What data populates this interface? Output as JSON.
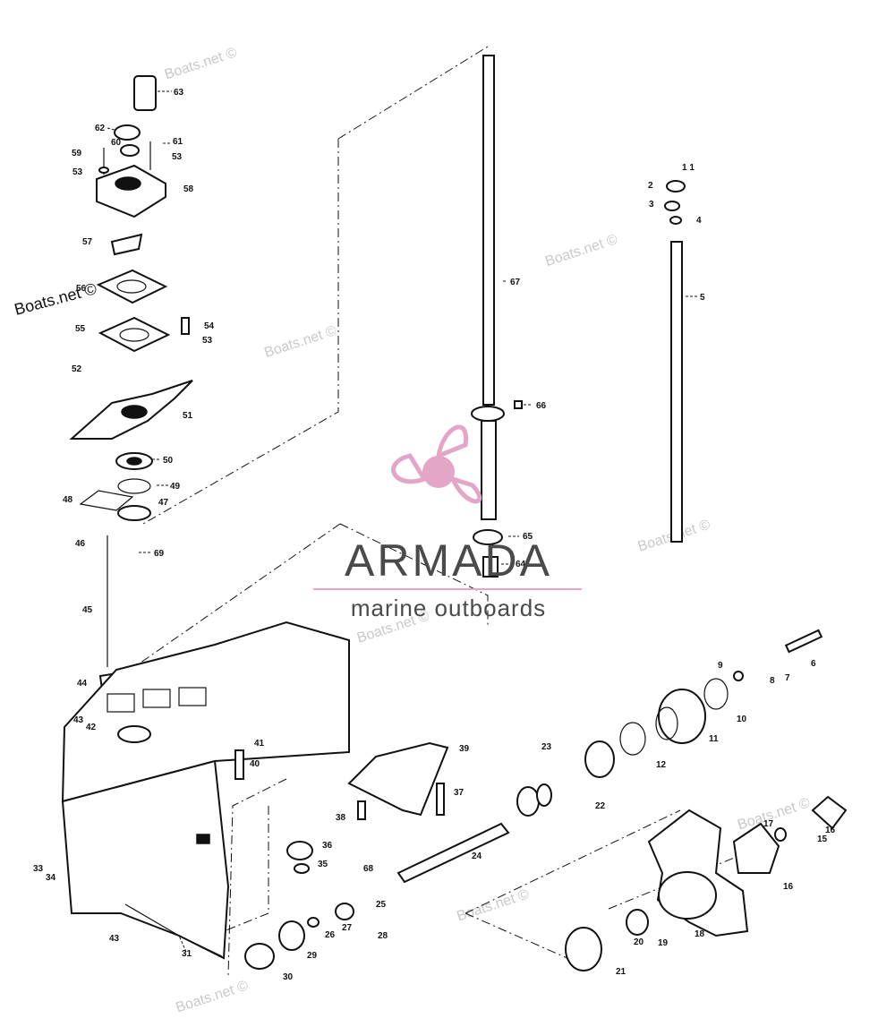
{
  "watermark": {
    "text": "Boats.net ©"
  },
  "logo": {
    "brand": "ARMADA",
    "tagline": "marine outboards",
    "accent_color": "#e3a6c6"
  },
  "callouts": [
    "1 1",
    "2",
    "3",
    "4",
    "5",
    "6",
    "7",
    "8",
    "9",
    "10",
    "11",
    "12",
    "15",
    "16",
    "16",
    "17",
    "18",
    "19",
    "20",
    "21",
    "22",
    "23",
    "24",
    "25",
    "26",
    "27",
    "28",
    "29",
    "30",
    "31",
    "33",
    "34",
    "35",
    "36",
    "37",
    "38",
    "39",
    "40",
    "41",
    "42",
    "43",
    "43",
    "44",
    "45",
    "46",
    "47",
    "48",
    "49",
    "50",
    "51",
    "52",
    "53",
    "53",
    "53",
    "54",
    "55",
    "56",
    "57",
    "58",
    "59",
    "60",
    "61",
    "62",
    "63",
    "64",
    "65",
    "66",
    "67",
    "68",
    "69"
  ]
}
